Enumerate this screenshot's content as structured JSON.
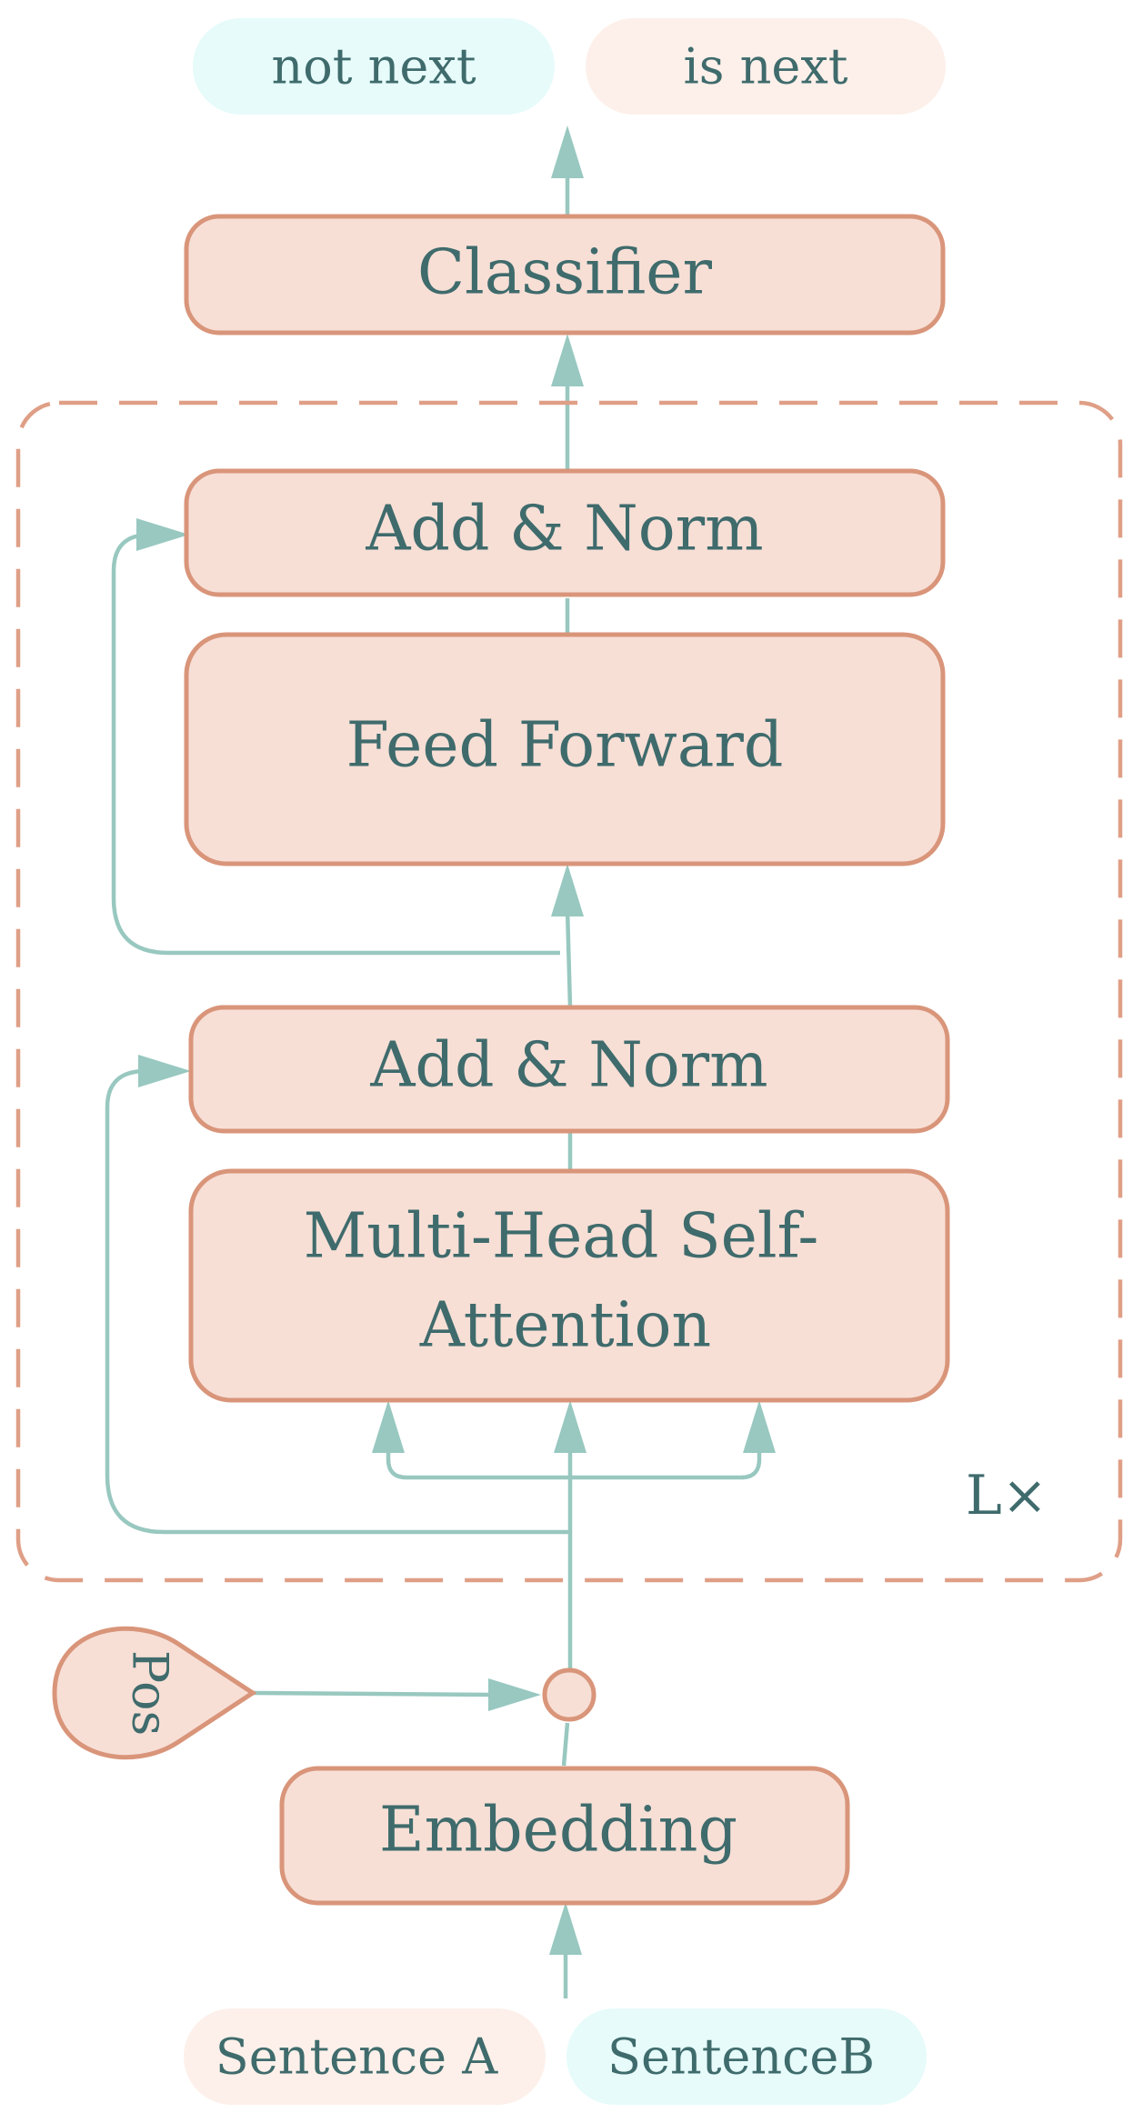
{
  "outputs": {
    "not_next": "not next",
    "is_next": "is next"
  },
  "blocks": {
    "classifier": "Classifier",
    "add_norm_top": "Add & Norm",
    "feed_forward": "Feed Forward",
    "add_norm_bottom": "Add & Norm",
    "mhsa_line1": "Multi-Head Self-",
    "mhsa_line2": "Attention",
    "embedding": "Embedding"
  },
  "repeat_label": "L×",
  "positional": "Pos",
  "inputs": {
    "sentence_a": "Sentence A",
    "sentence_b": "SentenceB"
  },
  "colors": {
    "box_fill": "#f7dfd6",
    "box_stroke": "#d9957a",
    "arrow": "#98c8c0",
    "text": "#3f6b6c",
    "pill_blue": "#e6fbfa",
    "pill_peach": "#fdf0ea"
  }
}
